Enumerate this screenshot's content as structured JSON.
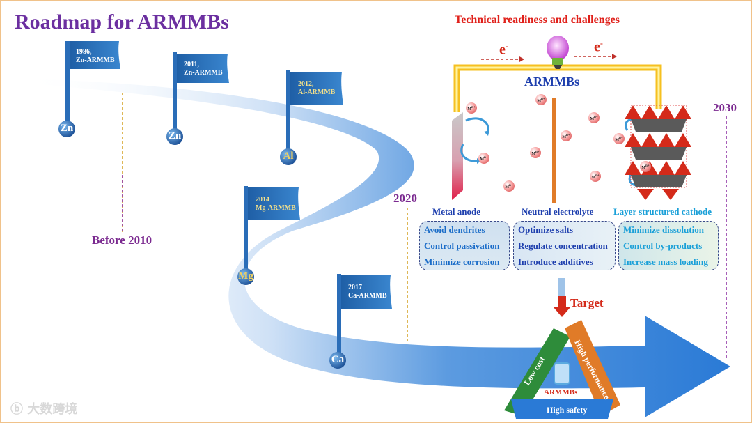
{
  "title": "Roadmap  for ARMMBs",
  "tech_title": "Technical readiness and challenges",
  "battery_label": "ARMMBs",
  "electron": "e",
  "electron_sup": "-",
  "years": {
    "before": "Before 2010",
    "y2020": "2020",
    "y2030": "2030"
  },
  "flags": [
    {
      "year_line": "1986,",
      "name_line": "Zn-ARMMB",
      "element": "Zn"
    },
    {
      "year_line": "2011,",
      "name_line": "Zn-ARMMB",
      "element": "Zn"
    },
    {
      "year_line": "2012,",
      "name_line": "Al-ARMMB",
      "element": "Al"
    },
    {
      "year_line": "2014",
      "name_line": "Mg-ARMMB",
      "element": "Mg"
    },
    {
      "year_line": "2017",
      "name_line": "Ca-ARMMB",
      "element": "Ca"
    }
  ],
  "ion_label": "M",
  "ion_charge": "n+",
  "sections": {
    "anode": {
      "header": "Metal anode",
      "items": [
        "Avoid dendrites",
        "Control passivation",
        "Minimize corrosion"
      ]
    },
    "electrolyte": {
      "header": "Neutral electrolyte",
      "items": [
        "Optimize salts",
        "Regulate concentration",
        "Introduce additives"
      ]
    },
    "cathode": {
      "header": "Layer structured cathode",
      "items": [
        "Minimize dissolution",
        "Control by-products",
        "Increase mass loading"
      ]
    }
  },
  "target": "Target",
  "triangle": {
    "left": "Low cost",
    "right": "High performance",
    "bottom": "High safety",
    "center": "ARMMBs"
  },
  "watermark": "大数跨境",
  "colors": {
    "title": "#6b2fa0",
    "red": "#e0201a",
    "blue": "#1e3fae",
    "cyan": "#1aa0d8",
    "arrow": "#2a7ad6"
  }
}
